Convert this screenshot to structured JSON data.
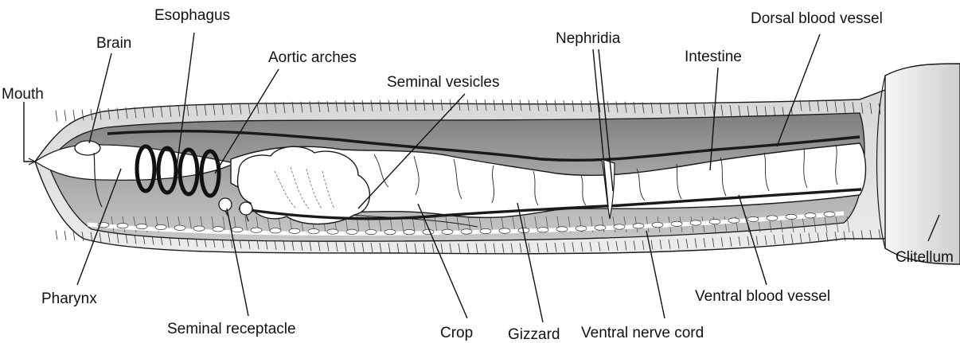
{
  "diagram": {
    "labels": {
      "mouth": "Mouth",
      "brain": "Brain",
      "esophagus": "Esophagus",
      "aortic_arches": "Aortic arches",
      "seminal_vesicles": "Seminal vesicles",
      "nephridia": "Nephridia",
      "intestine": "Intestine",
      "dorsal_blood_vessel": "Dorsal blood vessel",
      "clitellum": "Clitellum",
      "pharynx": "Pharynx",
      "seminal_receptacle": "Seminal receptacle",
      "crop": "Crop",
      "gizzard": "Gizzard",
      "ventral_nerve_cord": "Ventral nerve cord",
      "ventral_blood_vessel": "Ventral blood vessel"
    },
    "colors": {
      "outline": "#1a1a1a",
      "body_wall": "#dcdcdc",
      "coelom": "#8f8f8f",
      "gut": "#ffffff",
      "clitellum": "#ececec"
    }
  }
}
